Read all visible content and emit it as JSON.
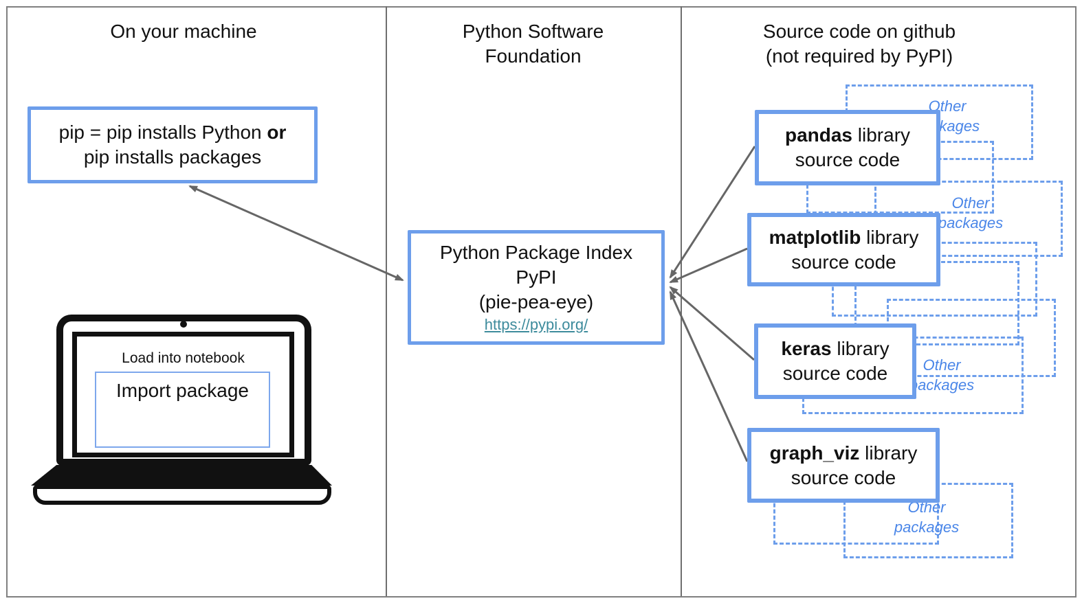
{
  "titles": {
    "col1": "On your machine",
    "col2_line1": "Python Software",
    "col2_line2": "Foundation",
    "col3_line1": "Source code on github",
    "col3_line2": "(not required by PyPI)"
  },
  "pip_box": {
    "line1_text": "pip = pip installs Python ",
    "line1_bold": "or",
    "line2": "pip installs packages"
  },
  "pypi_box": {
    "line1": "Python Package Index",
    "line2": "PyPI",
    "line3": "(pie-pea-eye)",
    "link": "https://pypi.org/"
  },
  "laptop": {
    "caption": "Load into notebook",
    "code_box": "Import package"
  },
  "libraries": [
    {
      "name": "pandas",
      "rest": " library",
      "line2": "source code"
    },
    {
      "name": "matplotlib",
      "rest": " library",
      "line2": "source code"
    },
    {
      "name": "keras",
      "rest": " library",
      "line2": "source code"
    },
    {
      "name": "graph_viz",
      "rest": " library",
      "line2": "source code"
    }
  ],
  "other_label": {
    "line1": "Other",
    "line2": "packages"
  },
  "colors": {
    "box_border_blue": "#6d9eeb",
    "dashed_blue": "#6d9eeb",
    "label_blue": "#4a86e8",
    "arrow_gray": "#666666",
    "link_teal": "#3d8b9c",
    "frame_gray": "#7f7f7f",
    "laptop_black": "#111111"
  }
}
